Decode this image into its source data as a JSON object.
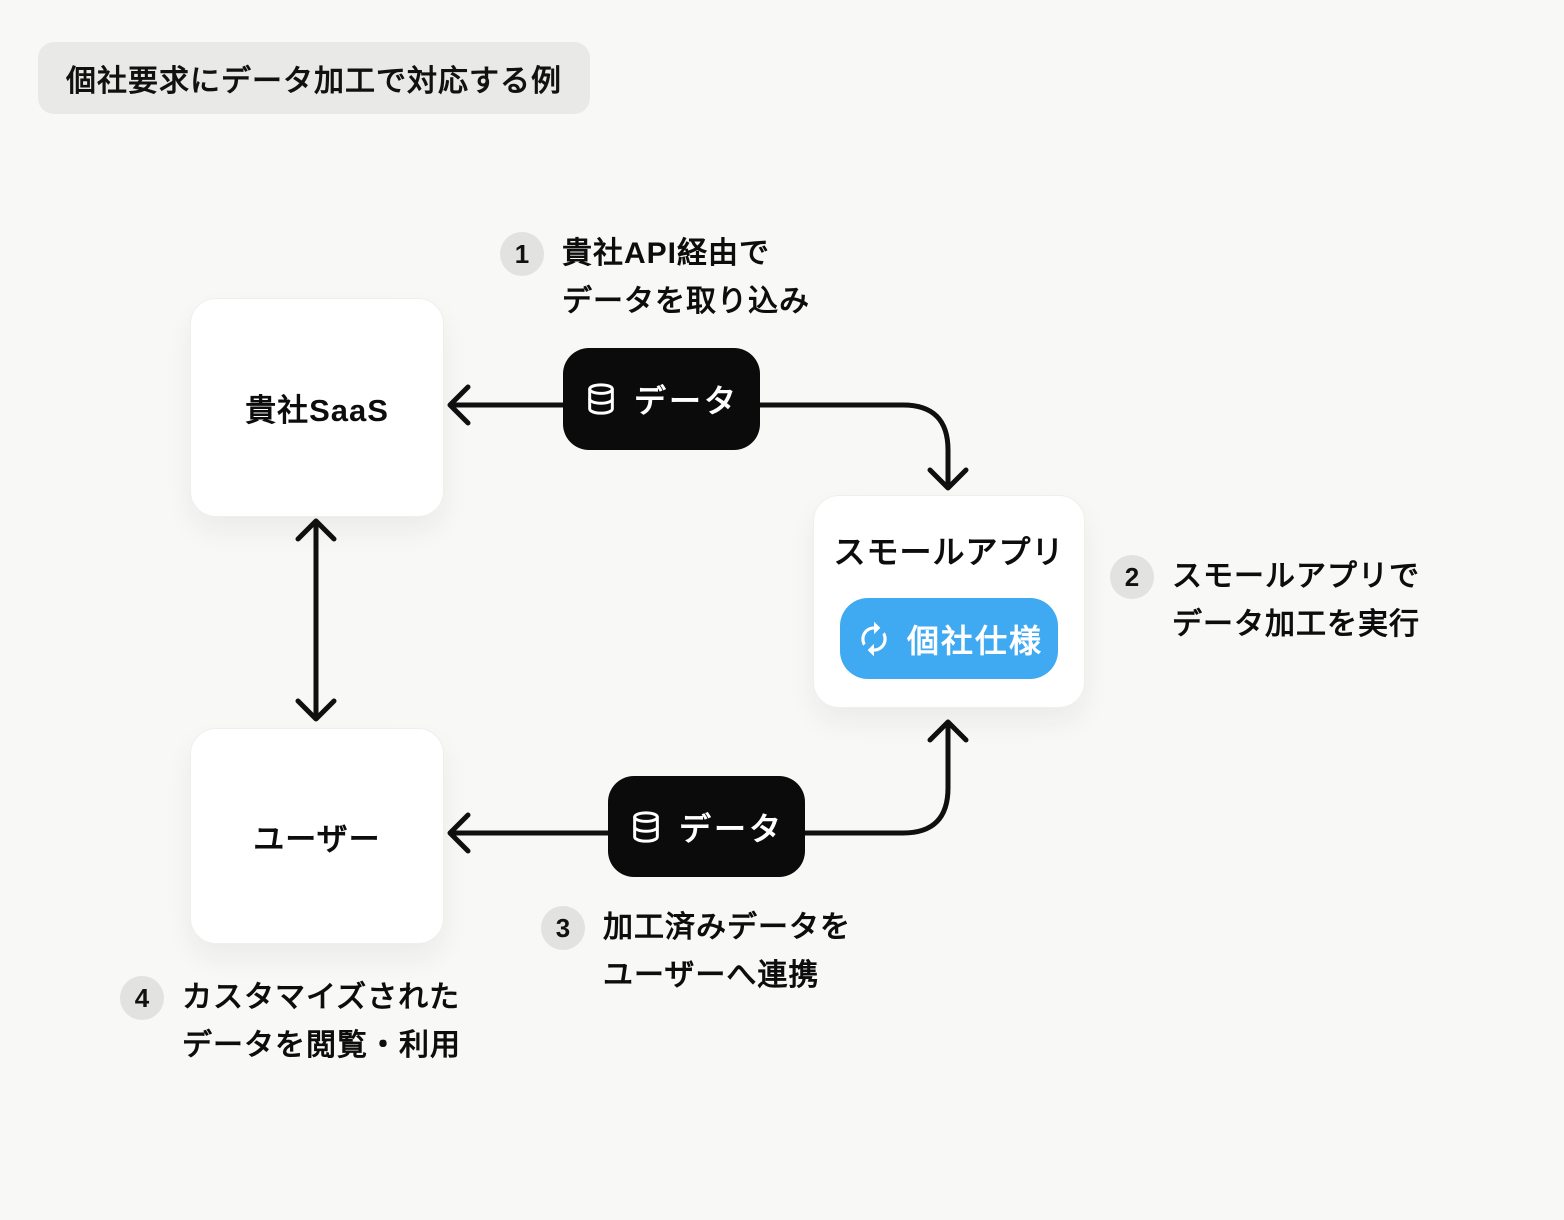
{
  "page": {
    "title_badge": "個社要求にデータ加工で対応する例"
  },
  "nodes": {
    "saas": {
      "label": "貴社SaaS"
    },
    "user": {
      "label": "ユーザー"
    },
    "small_app": {
      "label": "スモールアプリ",
      "button_label": "個社仕様"
    }
  },
  "pills": {
    "top": {
      "label": "データ"
    },
    "bottom": {
      "label": "データ"
    }
  },
  "steps": [
    {
      "num": "1",
      "line1": "貴社API経由で",
      "line2": "データを取り込み"
    },
    {
      "num": "2",
      "line1": "スモールアプリで",
      "line2": "データ加工を実行"
    },
    {
      "num": "3",
      "line1": "加工済みデータを",
      "line2": "ユーザーへ連携"
    },
    {
      "num": "4",
      "line1": "カスタマイズされた",
      "line2": "データを閲覧・利用"
    }
  ],
  "icons": {
    "database": "database-icon",
    "refresh": "refresh-icon"
  },
  "colors": {
    "background": "#f8f8f6",
    "node_fill": "#ffffff",
    "pill_fill": "#0b0b0b",
    "accent_blue": "#3fa9f2",
    "badge_gray": "#e9e9e7",
    "arrow": "#101010"
  }
}
